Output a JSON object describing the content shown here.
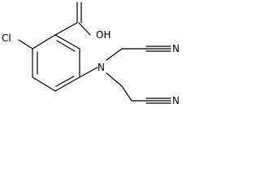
{
  "molecule": {
    "atoms": {
      "chlorine": "Cl",
      "hydroxyl": "OH",
      "oxygen_carbonyl": "",
      "nitrogen": "N",
      "nitrile_n_top": "N",
      "nitrile_n_bottom": "N"
    }
  },
  "colors": {
    "bond": "#000000",
    "label": "#000000",
    "background": "#ffffff"
  }
}
